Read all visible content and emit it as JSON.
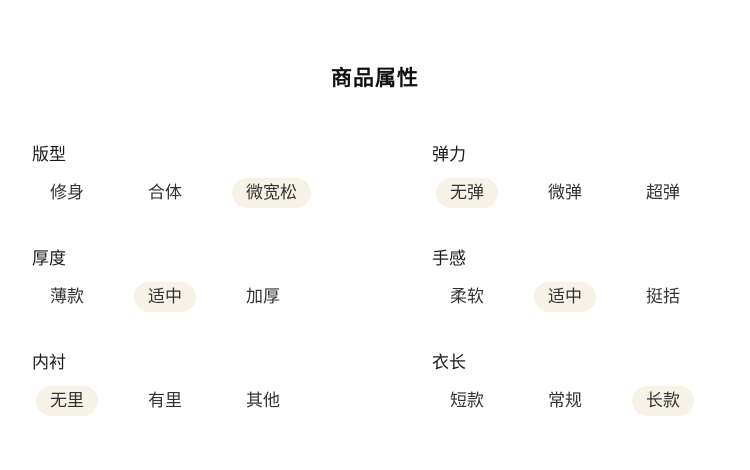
{
  "page": {
    "title": "商品属性"
  },
  "colors": {
    "background": "#ffffff",
    "selected_pill_bg": "#f6f2e8",
    "label_text": "#1a1a1a",
    "option_text": "#333333"
  },
  "groups": [
    {
      "label": "版型",
      "options": [
        {
          "label": "修身",
          "selected": false
        },
        {
          "label": "合体",
          "selected": false
        },
        {
          "label": "微宽松",
          "selected": true
        }
      ]
    },
    {
      "label": "弹力",
      "options": [
        {
          "label": "无弹",
          "selected": true
        },
        {
          "label": "微弹",
          "selected": false
        },
        {
          "label": "超弹",
          "selected": false
        }
      ]
    },
    {
      "label": "厚度",
      "options": [
        {
          "label": "薄款",
          "selected": false
        },
        {
          "label": "适中",
          "selected": true
        },
        {
          "label": "加厚",
          "selected": false
        }
      ]
    },
    {
      "label": "手感",
      "options": [
        {
          "label": "柔软",
          "selected": false
        },
        {
          "label": "适中",
          "selected": true
        },
        {
          "label": "挺括",
          "selected": false
        }
      ]
    },
    {
      "label": "内衬",
      "options": [
        {
          "label": "无里",
          "selected": true
        },
        {
          "label": "有里",
          "selected": false
        },
        {
          "label": "其他",
          "selected": false
        }
      ]
    },
    {
      "label": "衣长",
      "options": [
        {
          "label": "短款",
          "selected": false
        },
        {
          "label": "常规",
          "selected": false
        },
        {
          "label": "长款",
          "selected": true
        }
      ]
    }
  ]
}
